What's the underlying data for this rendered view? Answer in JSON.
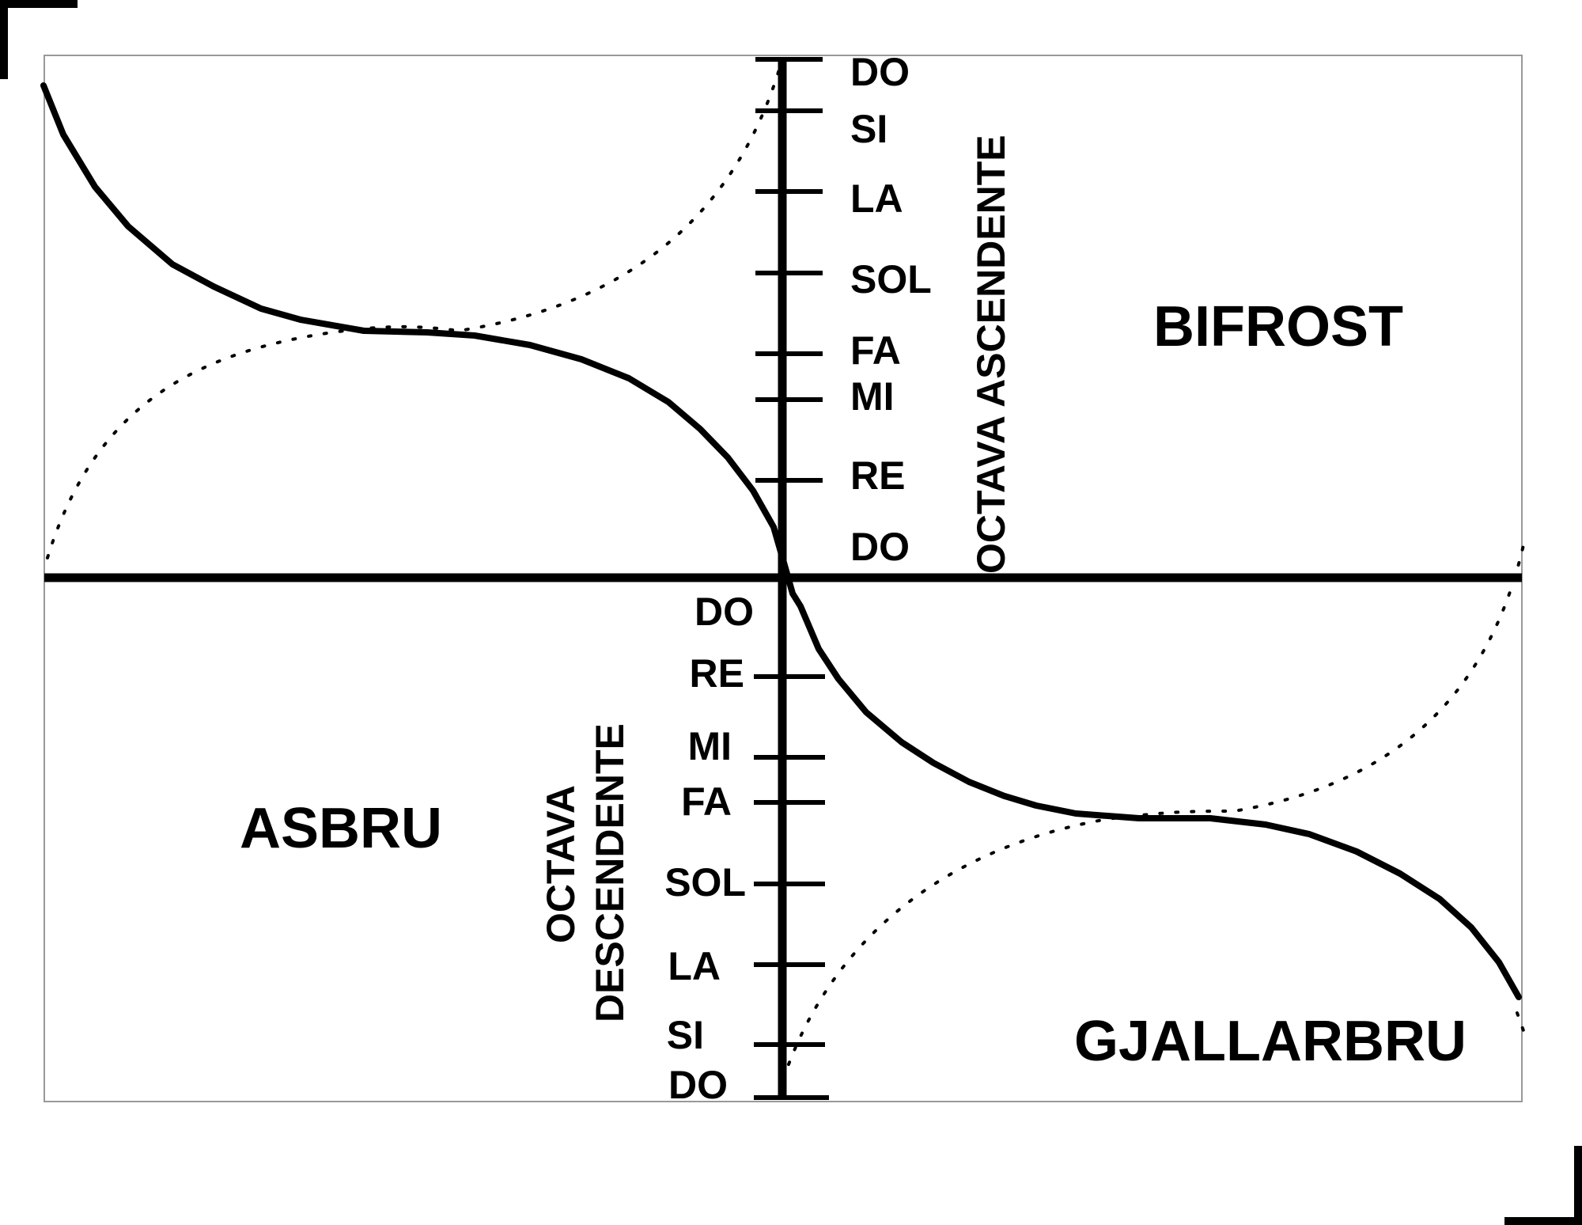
{
  "diagram": {
    "regions": {
      "top_right": "BIFROST",
      "bottom_left": "ASBRU",
      "bottom_right": "GJALLARBRU"
    },
    "ascending_octave": {
      "label": "OCTAVA ASCENDENTE",
      "notes": [
        "DO",
        "RE",
        "MI",
        "FA",
        "SOL",
        "LA",
        "SI",
        "DO"
      ]
    },
    "descending_octave": {
      "label_line1": "OCTAVA",
      "label_line2": "DESCENDENTE",
      "notes": [
        "DO",
        "RE",
        "MI",
        "FA",
        "SOL",
        "LA",
        "SI",
        "DO"
      ]
    },
    "colors": {
      "ink": "#000000",
      "frame": "#999999",
      "background": "#ffffff"
    }
  }
}
